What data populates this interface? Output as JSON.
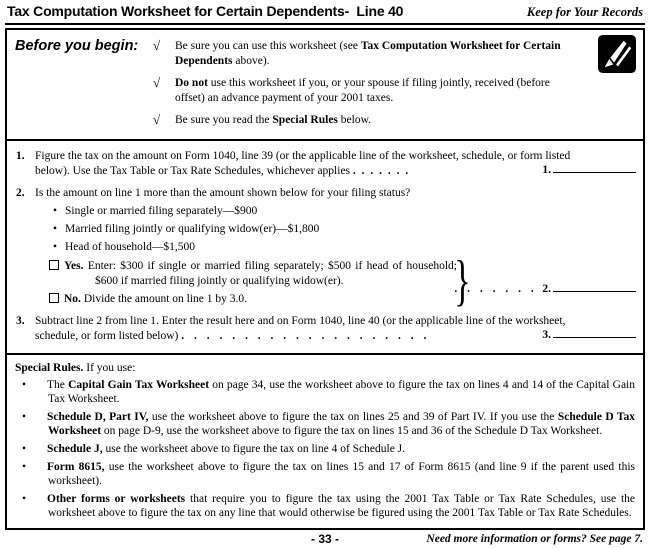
{
  "glyphs": {
    "check": "√",
    "bullet": "•",
    "brace": "}"
  },
  "header": {
    "title": "Tax Computation Worksheet for Certain Dependents-  Line 40",
    "keep": "Keep for Your Records"
  },
  "before_you_begin": {
    "label": "Before you begin:",
    "items": [
      [
        {
          "t": "Be sure you can use this worksheet (see "
        },
        {
          "t": "Tax Computation Worksheet for Certain Dependents",
          "b": true
        },
        {
          "t": " above)."
        }
      ],
      [
        {
          "t": "Do not",
          "b": true
        },
        {
          "t": " use this worksheet if you, or your spouse if filing jointly, received (before offset) an advance payment of your 2001 taxes."
        }
      ],
      [
        {
          "t": "Be sure you read the "
        },
        {
          "t": "Special Rules",
          "b": true
        },
        {
          "t": " below."
        }
      ]
    ]
  },
  "worksheet": {
    "line1": {
      "number": "1.",
      "text": "Figure the tax on the amount on Form 1040, line 39 (or the applicable line of the worksheet, schedule, or form listed below). Use the Tax Table or Tax Rate Schedules, whichever applies ",
      "dots": ". . . . . . .",
      "entry_label": "1."
    },
    "line2": {
      "number": "2.",
      "question": "Is the amount on line 1 more than the amount shown below for your filing status?",
      "bullets": [
        "Single or married filing separately—$900",
        "Married filing jointly or qualifying widow(er)—$1,800",
        "Head of household—$1,500"
      ],
      "yes_label": "Yes.",
      "yes_text": " Enter: $300 if single or married filing separately; $500 if head of household; $600 if married filing jointly or qualifying widow(er).",
      "no_label": "No.",
      "no_text": " Divide the amount on line 1 by 3.0.",
      "dots": ". . . . . . .",
      "entry_label": "2."
    },
    "line3": {
      "number": "3.",
      "text": "Subtract line 2 from line 1. Enter the result here and on Form 1040, line 40 (or the applicable line of the worksheet, schedule, or form listed below) ",
      "dots": ". . . . . . . . . . . . . . . . . . . .",
      "entry_label": "3."
    }
  },
  "special_rules": {
    "heading": "Special Rules.",
    "intro": " If you use:",
    "bullets": [
      [
        {
          "t": "The "
        },
        {
          "t": "Capital Gain Tax Worksheet",
          "b": true
        },
        {
          "t": " on page 34, use the worksheet above to figure the tax on lines 4 and 14 of the Capital Gain Tax Worksheet."
        }
      ],
      [
        {
          "t": "Schedule D, Part IV,",
          "b": true
        },
        {
          "t": " use the worksheet above to figure the tax on lines 25 and 39 of Part IV. If you use the "
        },
        {
          "t": "Schedule D Tax Worksheet",
          "b": true
        },
        {
          "t": " on page D-9, use the worksheet above to figure the tax on lines 15 and 36 of the Schedule D Tax Worksheet."
        }
      ],
      [
        {
          "t": "Schedule J,",
          "b": true
        },
        {
          "t": " use the worksheet above to figure the tax on line 4 of Schedule J."
        }
      ],
      [
        {
          "t": "Form 8615,",
          "b": true
        },
        {
          "t": " use the worksheet above to figure the tax on lines 15 and 17 of Form 8615 (and line 9 if the parent used this worksheet)."
        }
      ],
      [
        {
          "t": "Other forms or worksheets",
          "b": true
        },
        {
          "t": " that require you to figure the tax using the 2001 Tax Table or Tax Rate Schedules, use the worksheet above to figure the tax on any line that would otherwise be figured using the 2001 Tax Table or Tax Rate Schedules."
        }
      ]
    ]
  },
  "footer": {
    "page_number": "- 33 -",
    "info": "Need more information or forms? See page 7."
  }
}
